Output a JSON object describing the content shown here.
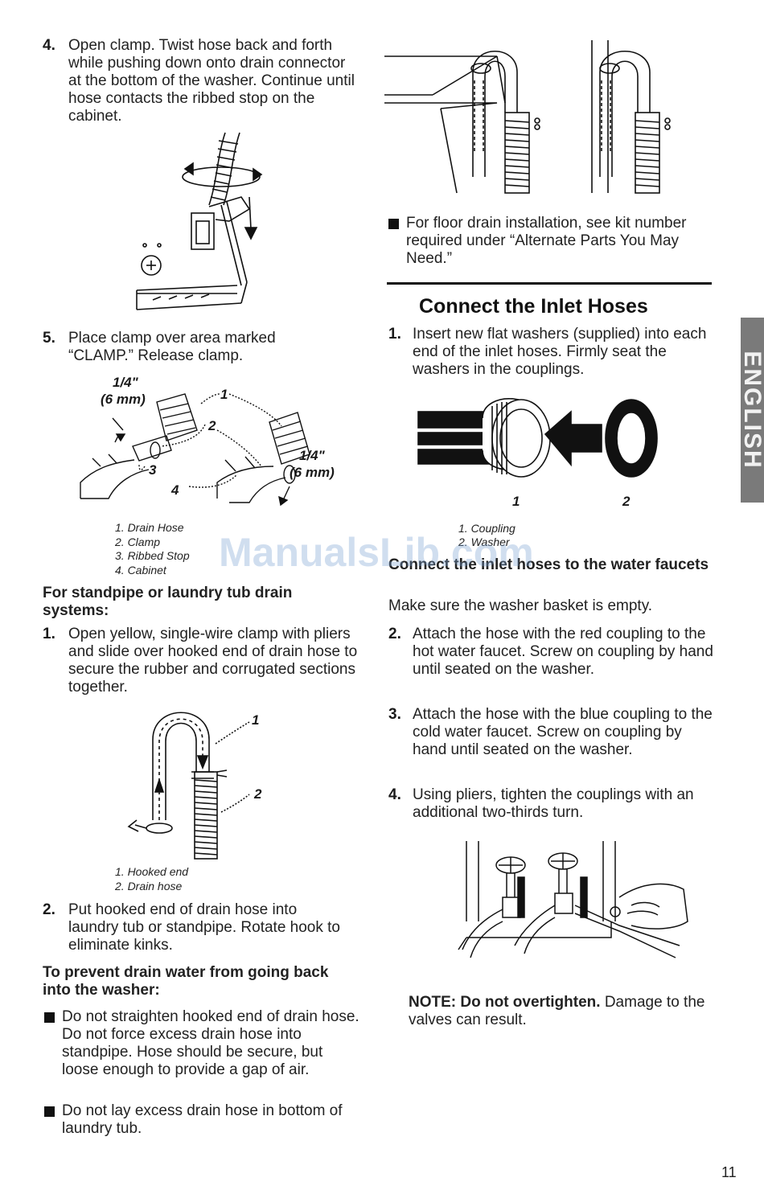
{
  "left": {
    "step4": {
      "num": "4.",
      "text": "Open clamp. Twist hose back and forth while pushing down onto drain connector at the bottom of the washer. Continue until hose contacts the ribbed stop on the cabinet."
    },
    "step5": {
      "num": "5.",
      "text": "Place clamp over area marked “CLAMP.” Release clamp."
    },
    "fig_clamp": {
      "dim1_value": "1/4\"",
      "dim1_unit": "(6 mm)",
      "dim2_value": "1/4\"",
      "dim2_unit": "(6 mm)",
      "callouts": [
        "1",
        "2",
        "3",
        "4"
      ],
      "legend": [
        "1. Drain Hose",
        "2. Clamp",
        "3. Ribbed Stop",
        "4. Cabinet"
      ]
    },
    "standpipe_heading": "For standpipe or laundry tub drain systems:",
    "sp_step1": {
      "num": "1.",
      "text": "Open yellow, single-wire clamp with pliers and slide over hooked end of drain hose to secure the rubber and corrugated sections together."
    },
    "fig_hook": {
      "callouts": [
        "1",
        "2"
      ],
      "legend": [
        "1. Hooked end",
        "2. Drain hose"
      ]
    },
    "sp_step2": {
      "num": "2.",
      "text": "Put hooked end of drain hose into laundry tub or standpipe. Rotate hook to eliminate kinks."
    },
    "prevent_heading": "To prevent drain water from going back into the washer:",
    "bullets": [
      "Do not straighten hooked end of drain hose. Do not force excess drain hose into standpipe. Hose should be secure, but loose enough to provide a gap of air.",
      "Do not lay excess drain hose in bottom of laundry tub."
    ]
  },
  "right": {
    "floor_bullet": "For floor drain installation, see kit number required under “Alternate Parts You May Need.”",
    "section_title": "Connect the Inlet Hoses",
    "step1": {
      "num": "1.",
      "text": "Insert new flat washers (supplied) into each end of the inlet hoses. Firmly seat the washers in the couplings."
    },
    "fig_washer": {
      "callouts": [
        "1",
        "2"
      ],
      "legend": [
        "1. Coupling",
        "2. Washer"
      ]
    },
    "faucet_heading": "Connect the inlet hoses to the water faucets",
    "empty_note": "Make sure the washer basket is empty.",
    "step2": {
      "num": "2.",
      "text": "Attach the hose with the red coupling to the hot water faucet. Screw on coupling by hand until seated on the washer."
    },
    "step3": {
      "num": "3.",
      "text": "Attach the hose with the blue coupling to the cold water faucet. Screw on coupling by hand until seated on the washer."
    },
    "step4": {
      "num": "4.",
      "text": "Using pliers, tighten the couplings with an additional two-thirds turn."
    },
    "note_bold": "NOTE: Do not overtighten.",
    "note_text": "Damage to the valves can result."
  },
  "side_tab": "ENGLISH",
  "watermark": "ManualsLib.com",
  "page_number": "11"
}
